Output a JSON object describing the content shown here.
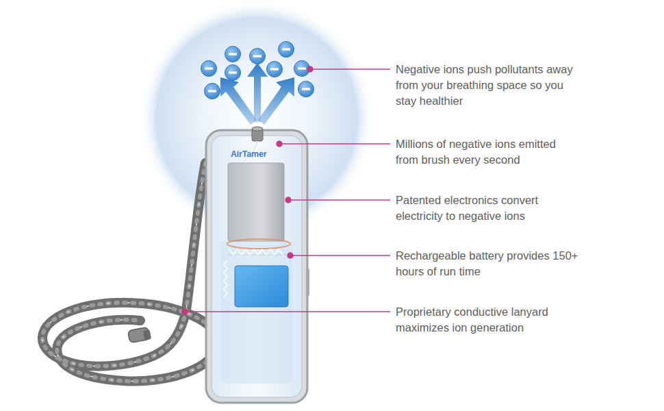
{
  "diagram": {
    "labels": [
      "Negative ions push pollutants away from your breathing space so you stay healthier",
      "Millions of negative ions emitted from brush every second",
      "Patented electronics convert electricity to negative ions",
      "Rechargeable battery provides 150+ hours of run time",
      "Proprietary conductive lanyard maximizes ion generation",
      "AirTamer"
    ]
  }
}
